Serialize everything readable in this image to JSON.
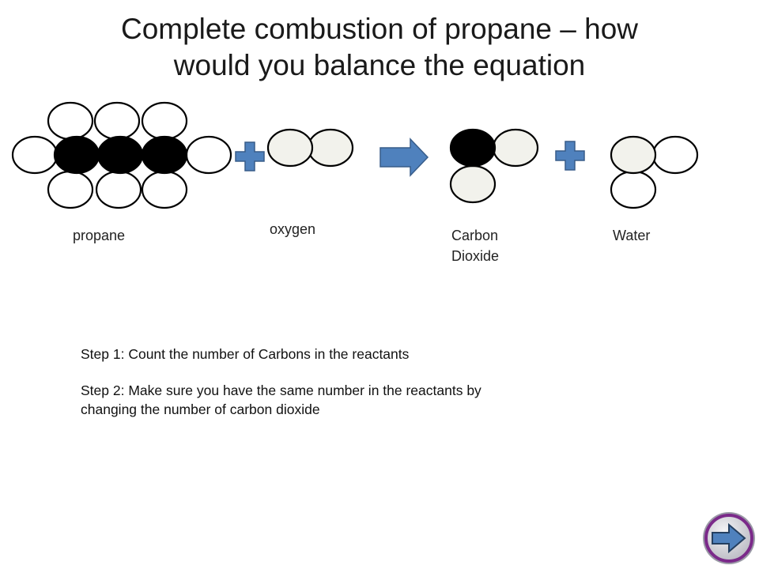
{
  "title": {
    "line1": "Complete combustion of propane – how",
    "line2": "would you balance the equation"
  },
  "molecules": {
    "propane": {
      "label": "propane"
    },
    "oxygen": {
      "label": "oxygen"
    },
    "carbon_dioxide": {
      "label_line1": "Carbon",
      "label_line2": "Dioxide"
    },
    "water": {
      "label": "Water"
    }
  },
  "steps": {
    "step1": "Step 1:  Count the number of Carbons in the reactants",
    "step2_line1": "Step 2: Make sure you have the same number in the reactants by",
    "step2_line2": "changing the number of carbon dioxide"
  },
  "colors": {
    "carbon_atom": "#000000",
    "hydrogen_atom": "#ffffff",
    "oxygen_atom": "#f2f2ec",
    "plus_sign": "#4f81bd",
    "arrow": "#4f81bd",
    "nav_button_ring": "#7b2a8a"
  },
  "icons": {
    "plus_icon": "plus-icon",
    "reaction_arrow": "arrow-right-icon",
    "next_button": "next-arrow-icon"
  }
}
